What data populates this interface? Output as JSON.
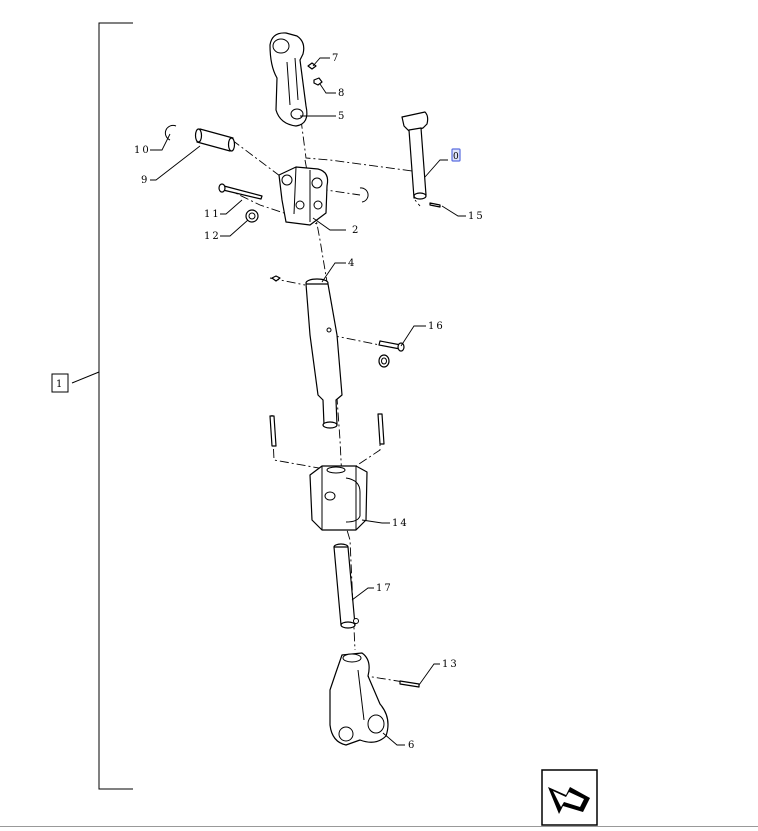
{
  "assembly_label": "1",
  "callouts": [
    {
      "id": "7",
      "text": "7"
    },
    {
      "id": "8",
      "text": "8"
    },
    {
      "id": "5",
      "text": "5"
    },
    {
      "id": "10",
      "text": "10"
    },
    {
      "id": "9",
      "text": "9"
    },
    {
      "id": "11",
      "text": "11"
    },
    {
      "id": "12",
      "text": "12"
    },
    {
      "id": "2",
      "text": "2"
    },
    {
      "id": "15",
      "text": "15"
    },
    {
      "id": "4",
      "text": "4"
    },
    {
      "id": "16",
      "text": "16"
    },
    {
      "id": "14",
      "text": "14"
    },
    {
      "id": "17",
      "text": "17"
    },
    {
      "id": "13",
      "text": "13"
    },
    {
      "id": "6",
      "text": "6"
    }
  ],
  "highlighted_callout": "0",
  "highlight_color": "#5b6ee0",
  "nav_button": {
    "icon": "next-arrow-icon"
  }
}
